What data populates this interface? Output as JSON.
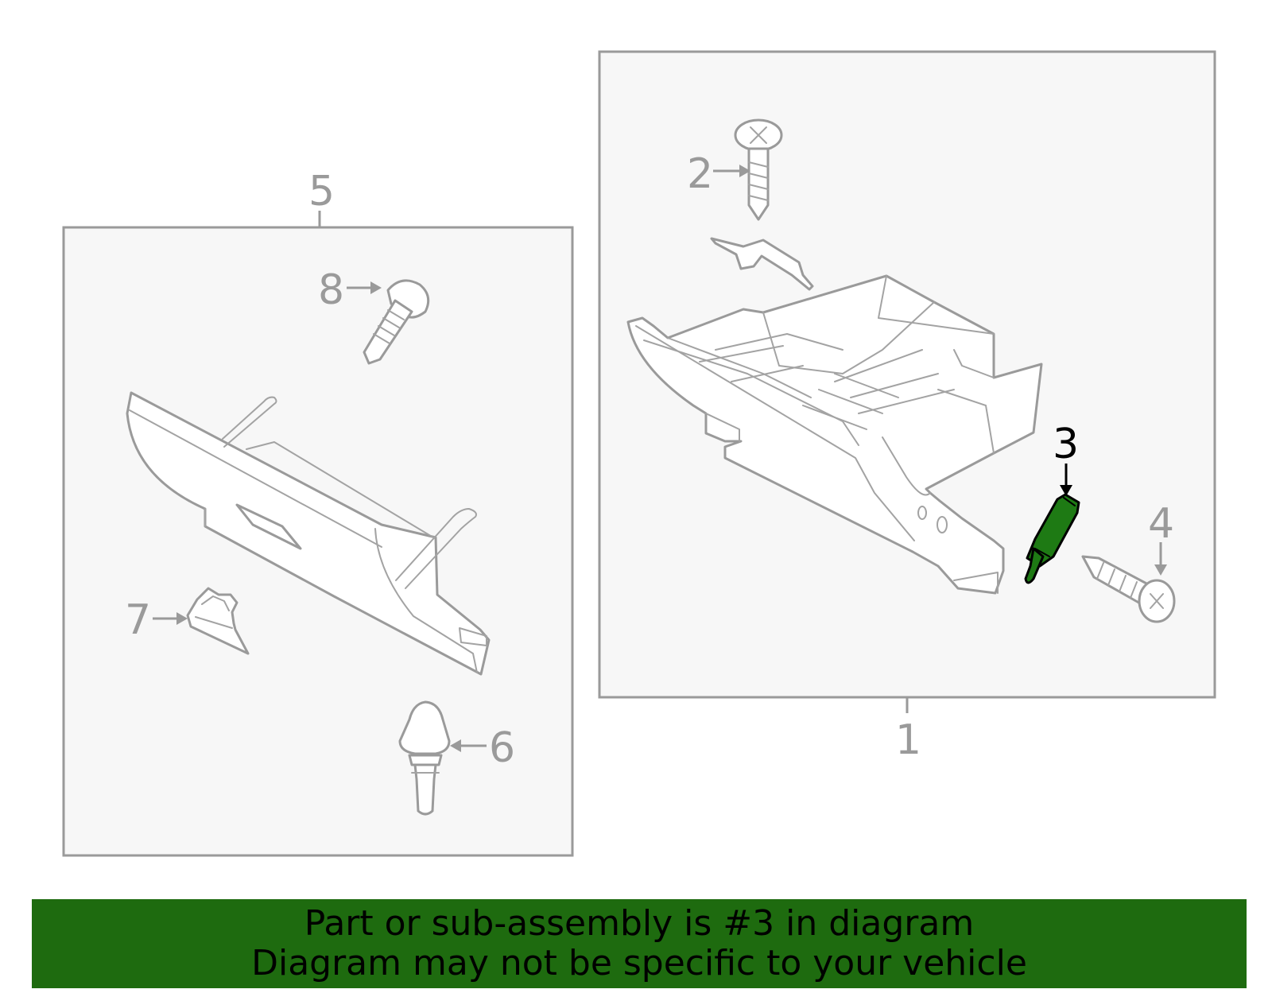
{
  "banner": {
    "line1": "Part or sub-assembly is #3 in diagram",
    "line2": "Diagram may not be specific to your vehicle",
    "background_color": "#1e6b0f"
  },
  "highlight_color": "#1e7a14",
  "callouts": {
    "c1": "1",
    "c2": "2",
    "c3": "3",
    "c4": "4",
    "c5": "5",
    "c6": "6",
    "c7": "7",
    "c8": "8"
  },
  "highlighted_part": "3"
}
